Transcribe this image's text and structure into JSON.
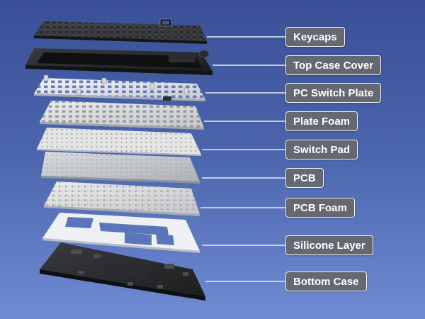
{
  "colors": {
    "background_top": "#3a4f97",
    "background_bottom": "#6f8bd3",
    "label_fill": "#646870",
    "label_border": "#f2f3f6",
    "connector": "#e8ebf2"
  },
  "layers": [
    {
      "id": "keycaps",
      "label": "Keycaps"
    },
    {
      "id": "top-case-cover",
      "label": "Top Case Cover"
    },
    {
      "id": "pc-switch-plate",
      "label": "PC Switch Plate"
    },
    {
      "id": "plate-foam",
      "label": "Plate Foam"
    },
    {
      "id": "switch-pad",
      "label": "Switch Pad"
    },
    {
      "id": "pcb",
      "label": "PCB"
    },
    {
      "id": "pcb-foam",
      "label": "PCB Foam"
    },
    {
      "id": "silicone-layer",
      "label": "Silicone Layer"
    },
    {
      "id": "bottom-case",
      "label": "Bottom Case"
    }
  ]
}
